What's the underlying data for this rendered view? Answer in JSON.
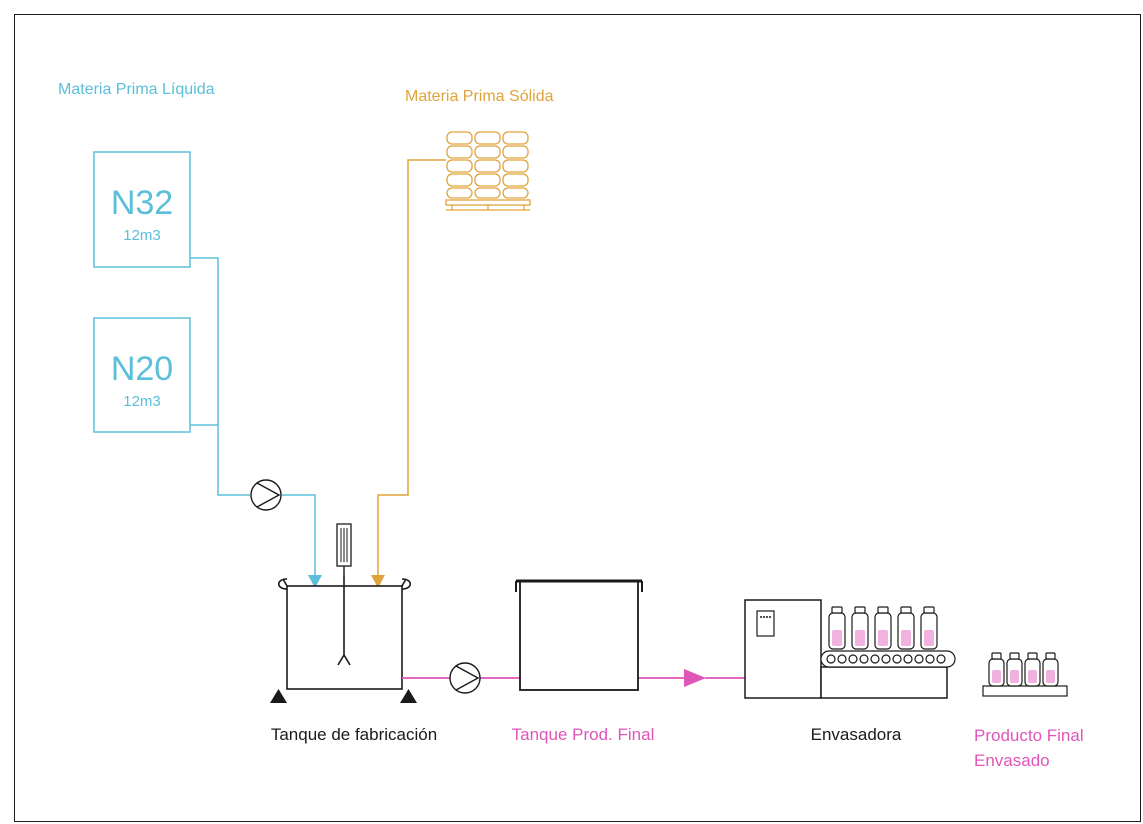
{
  "colors": {
    "liquid": "#5bbfd9",
    "solid": "#e0a33a",
    "product": "#e055b8",
    "equipment": "#1a1a1a"
  },
  "labels": {
    "raw_liquid": "Materia Prima Líquida",
    "raw_solid": "Materia Prima Sólida",
    "mix_tank": "Tanque de fabricación",
    "final_tank": "Tanque Prod. Final",
    "filler": "Envasadora",
    "packaged_line1": "Producto Final",
    "packaged_line2": "Envasado"
  },
  "tanks": [
    {
      "code": "N32",
      "volume": "12m3"
    },
    {
      "code": "N20",
      "volume": "12m3"
    }
  ]
}
